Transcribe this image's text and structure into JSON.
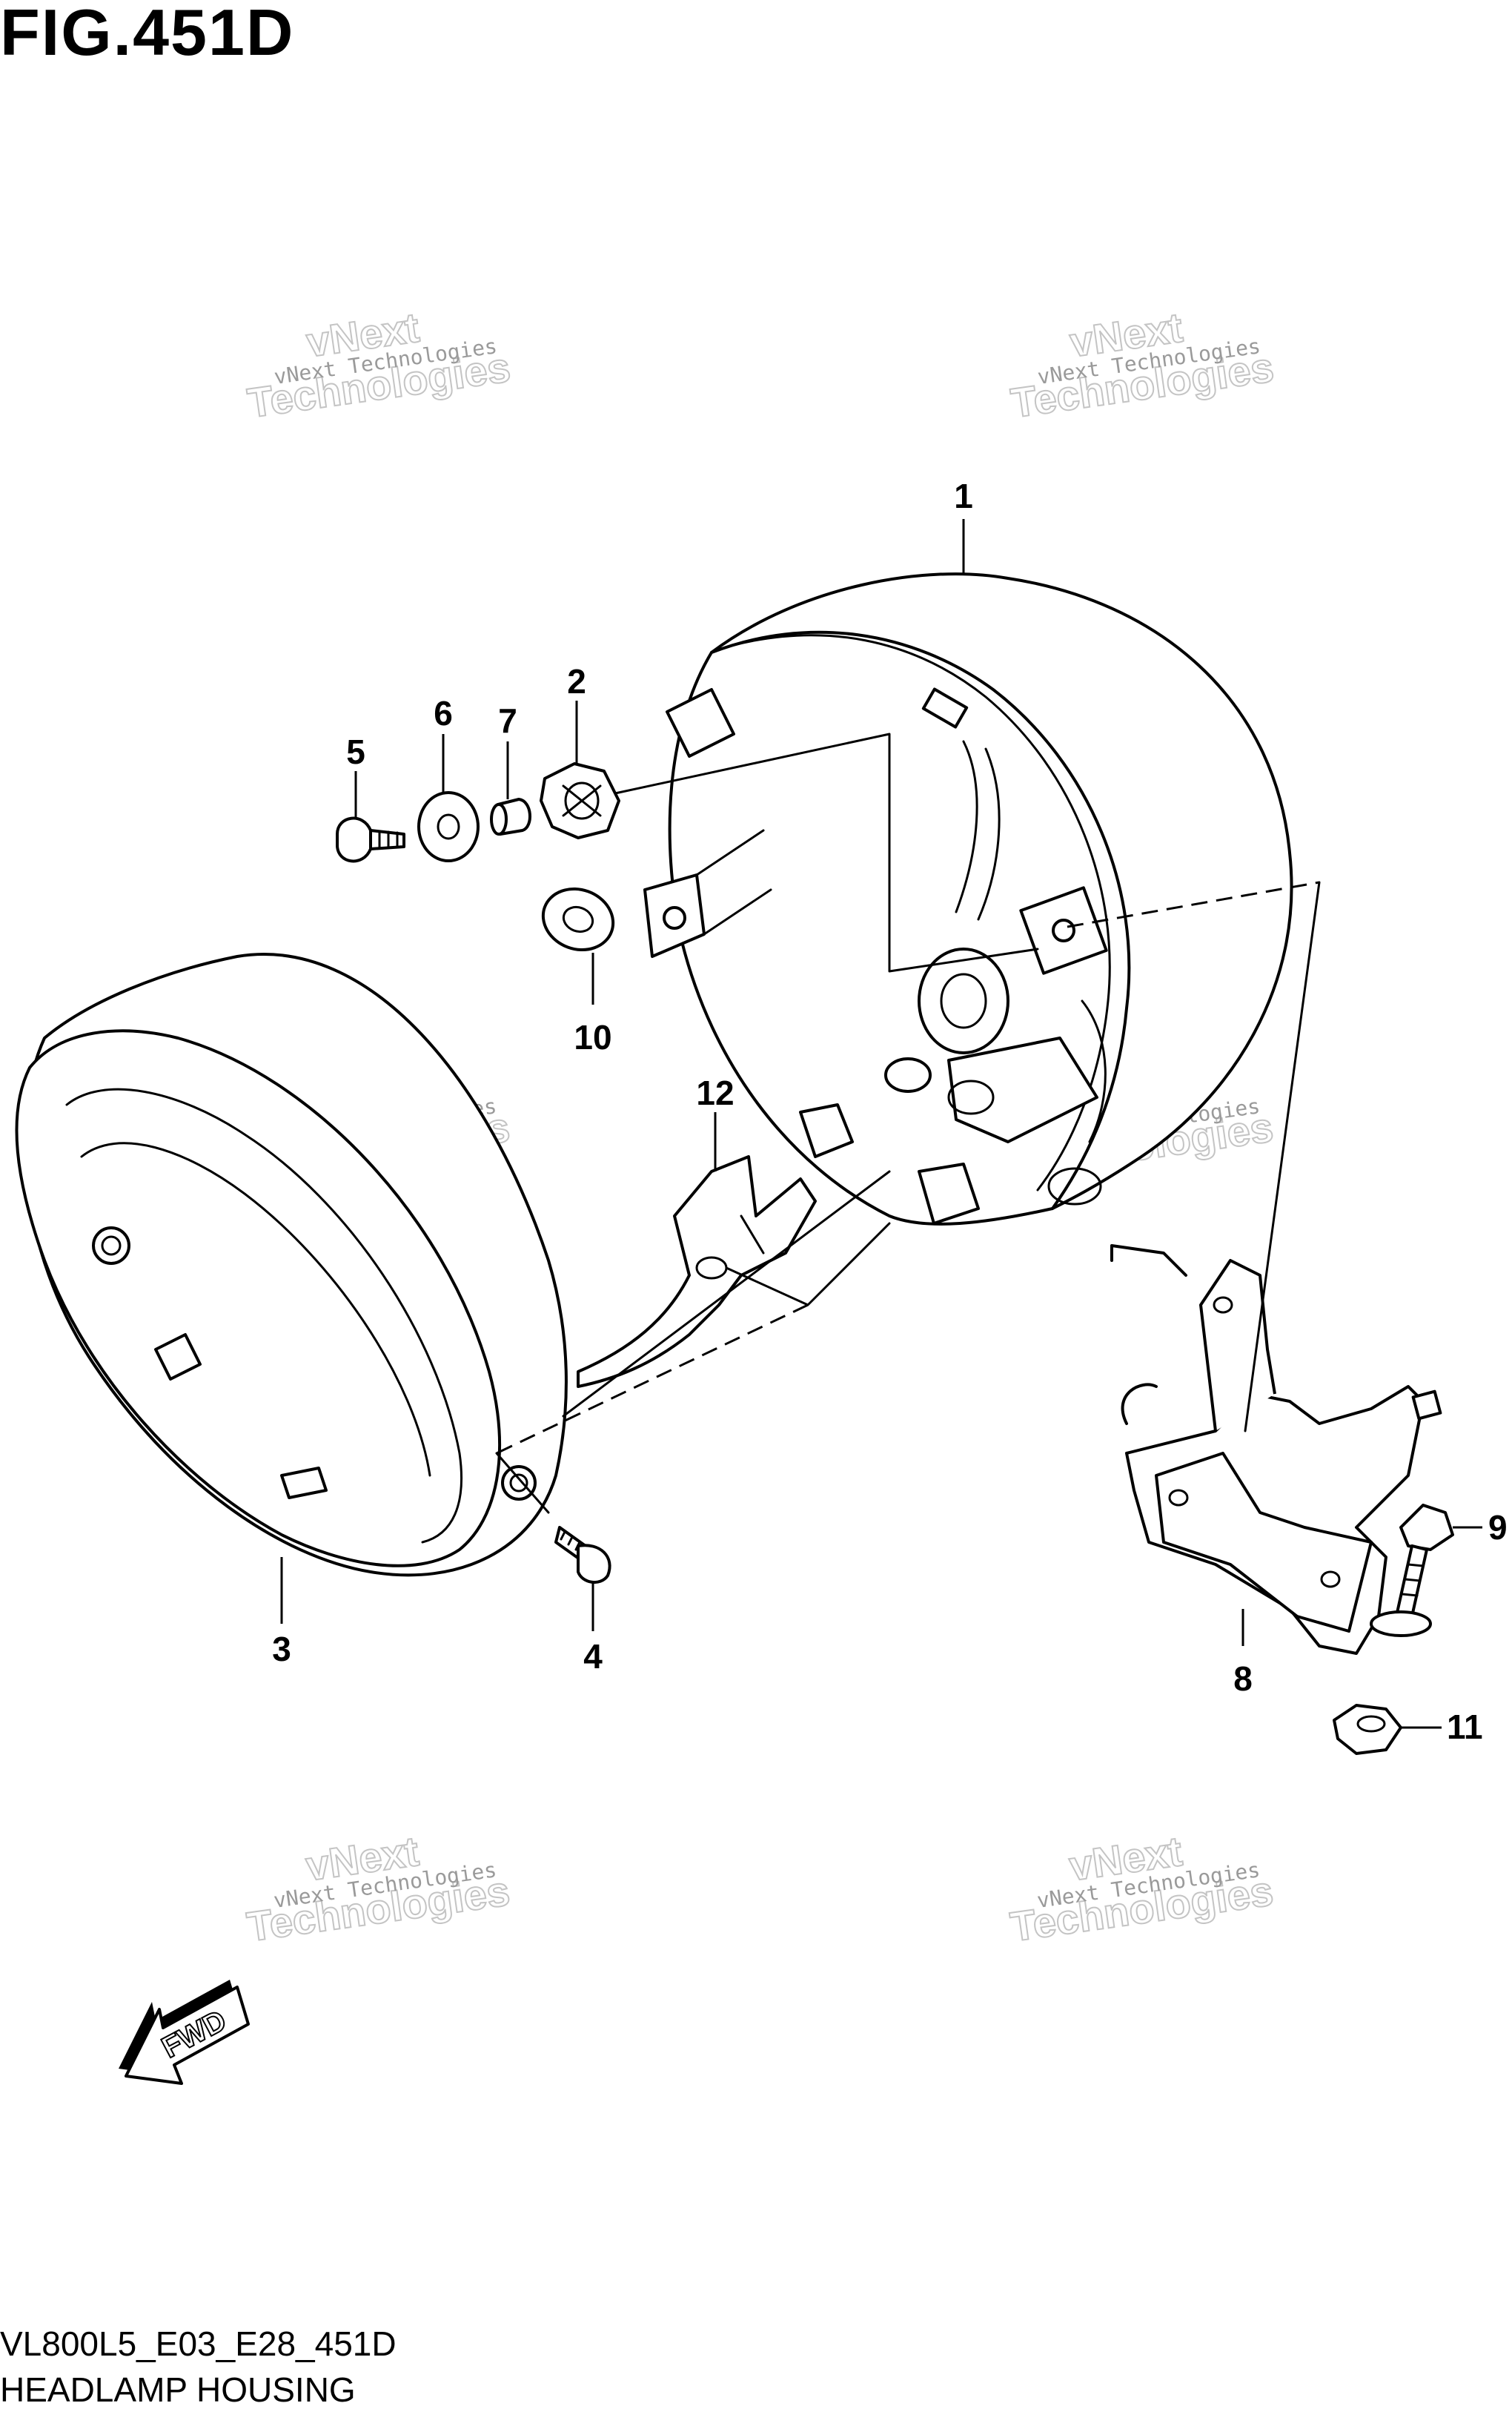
{
  "figure": {
    "title": "FIG.451D",
    "model_code": "VL800L5_E03_E28_451D",
    "caption": "HEADLAMP HOUSING"
  },
  "watermark": {
    "line_small": "vNext Technologies",
    "line_big_1": "vNext",
    "line_big_2": "Technologies"
  },
  "direction_arrow": {
    "label": "FWD"
  },
  "parts": [
    {
      "ref": "1",
      "name": "headlamp-housing"
    },
    {
      "ref": "2",
      "name": "nut"
    },
    {
      "ref": "3",
      "name": "headlamp-rim"
    },
    {
      "ref": "4",
      "name": "rim-screw"
    },
    {
      "ref": "5",
      "name": "bolt"
    },
    {
      "ref": "6",
      "name": "washer"
    },
    {
      "ref": "7",
      "name": "collar"
    },
    {
      "ref": "8",
      "name": "headlamp-bracket"
    },
    {
      "ref": "9",
      "name": "bracket-bolt"
    },
    {
      "ref": "10",
      "name": "grommet"
    },
    {
      "ref": "11",
      "name": "bracket-nut"
    },
    {
      "ref": "12",
      "name": "inner-bracket"
    }
  ]
}
